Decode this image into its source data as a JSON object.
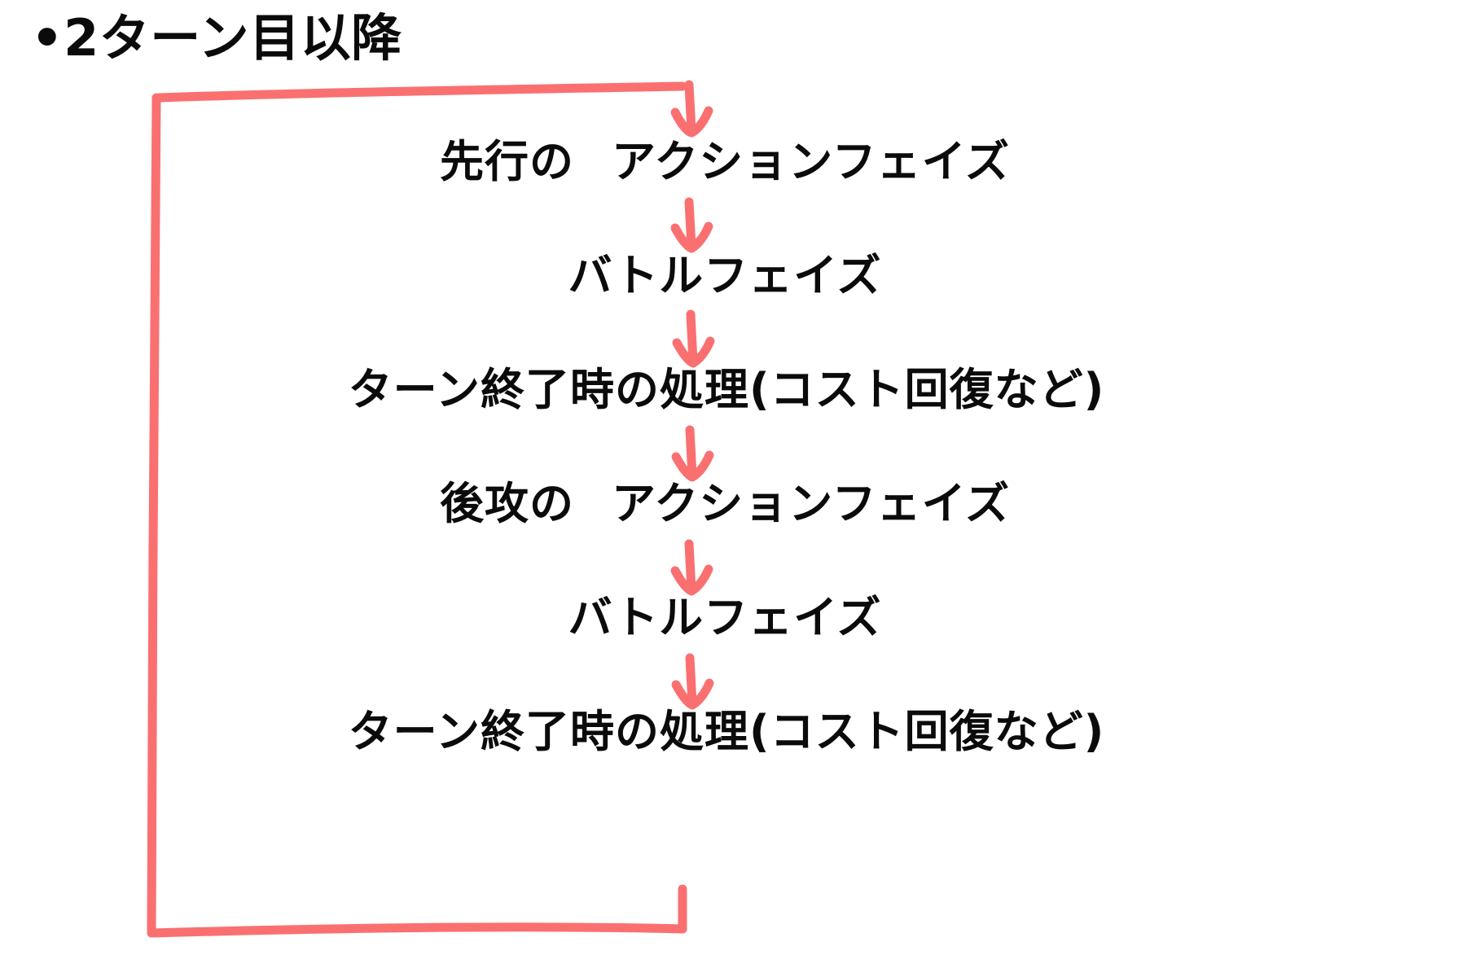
{
  "meta": {
    "background_color": "#ffffff",
    "text_color": "#0b0b0b",
    "accent_color": "#fa7070"
  },
  "title": {
    "bullet": "•",
    "text": "•2ターン目以降"
  },
  "diagram": {
    "kind": "cyclic-flowchart",
    "loop_label": "turn-cycle-loop",
    "arrow_color": "#fa7070",
    "steps": [
      {
        "actor": "先行の",
        "phase": "アクションフェイズ"
      },
      {
        "actor": "",
        "phase": "バトルフェイズ"
      },
      {
        "actor": "",
        "phase": "ターン終了時の処理(コスト回復など)"
      },
      {
        "actor": "後攻の",
        "phase": "アクションフェイズ"
      },
      {
        "actor": "",
        "phase": "バトルフェイズ"
      },
      {
        "actor": "",
        "phase": "ターン終了時の処理(コスト回復など)"
      }
    ],
    "connectors": [
      {
        "name": "loop-entry-arrow",
        "from": "loop-top",
        "to": "step-1"
      },
      {
        "name": "arrow-1-to-2",
        "from": "step-1",
        "to": "step-2"
      },
      {
        "name": "arrow-2-to-3",
        "from": "step-2",
        "to": "step-3"
      },
      {
        "name": "arrow-3-to-4",
        "from": "step-3",
        "to": "step-4"
      },
      {
        "name": "arrow-4-to-5",
        "from": "step-4",
        "to": "step-5"
      },
      {
        "name": "arrow-5-to-6",
        "from": "step-5",
        "to": "step-6"
      },
      {
        "name": "loop-return-path",
        "from": "step-6",
        "to": "loop-top"
      }
    ]
  }
}
